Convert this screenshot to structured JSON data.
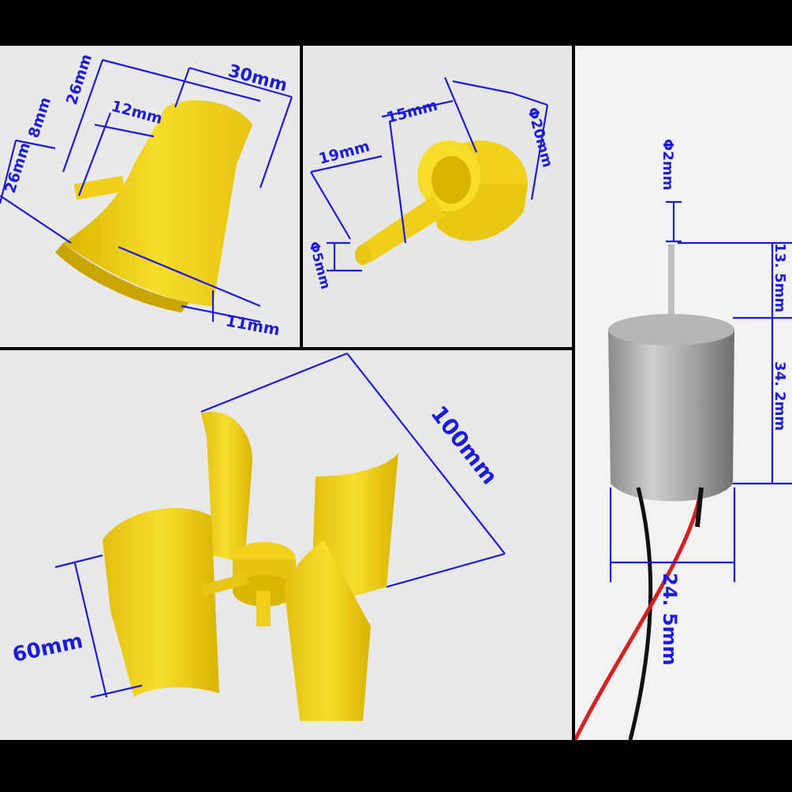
{
  "colors": {
    "part_yellow": "#f2d11c",
    "dimension_blue": "#1a1ae0",
    "background_gray": "#e6e6e6",
    "frame_black": "#000000"
  },
  "blade": {
    "dim_30": "30mm",
    "dim_26_top": "26mm",
    "dim_12": "12mm",
    "dim_8": "8mm",
    "dim_26_left": "26mm",
    "dim_11": "11mm"
  },
  "hub": {
    "dim_15": "15mm",
    "dim_19": "19mm",
    "dim_phi20": "Φ20mm",
    "dim_phi5": "Φ5mm"
  },
  "rotor": {
    "dim_100": "100mm",
    "dim_60": "60mm"
  },
  "motor": {
    "dim_phi2": "Φ2mm",
    "dim_13_5": "13. 5mm",
    "dim_34_2": "34. 2mm",
    "dim_24_5": "24. 5mm"
  }
}
